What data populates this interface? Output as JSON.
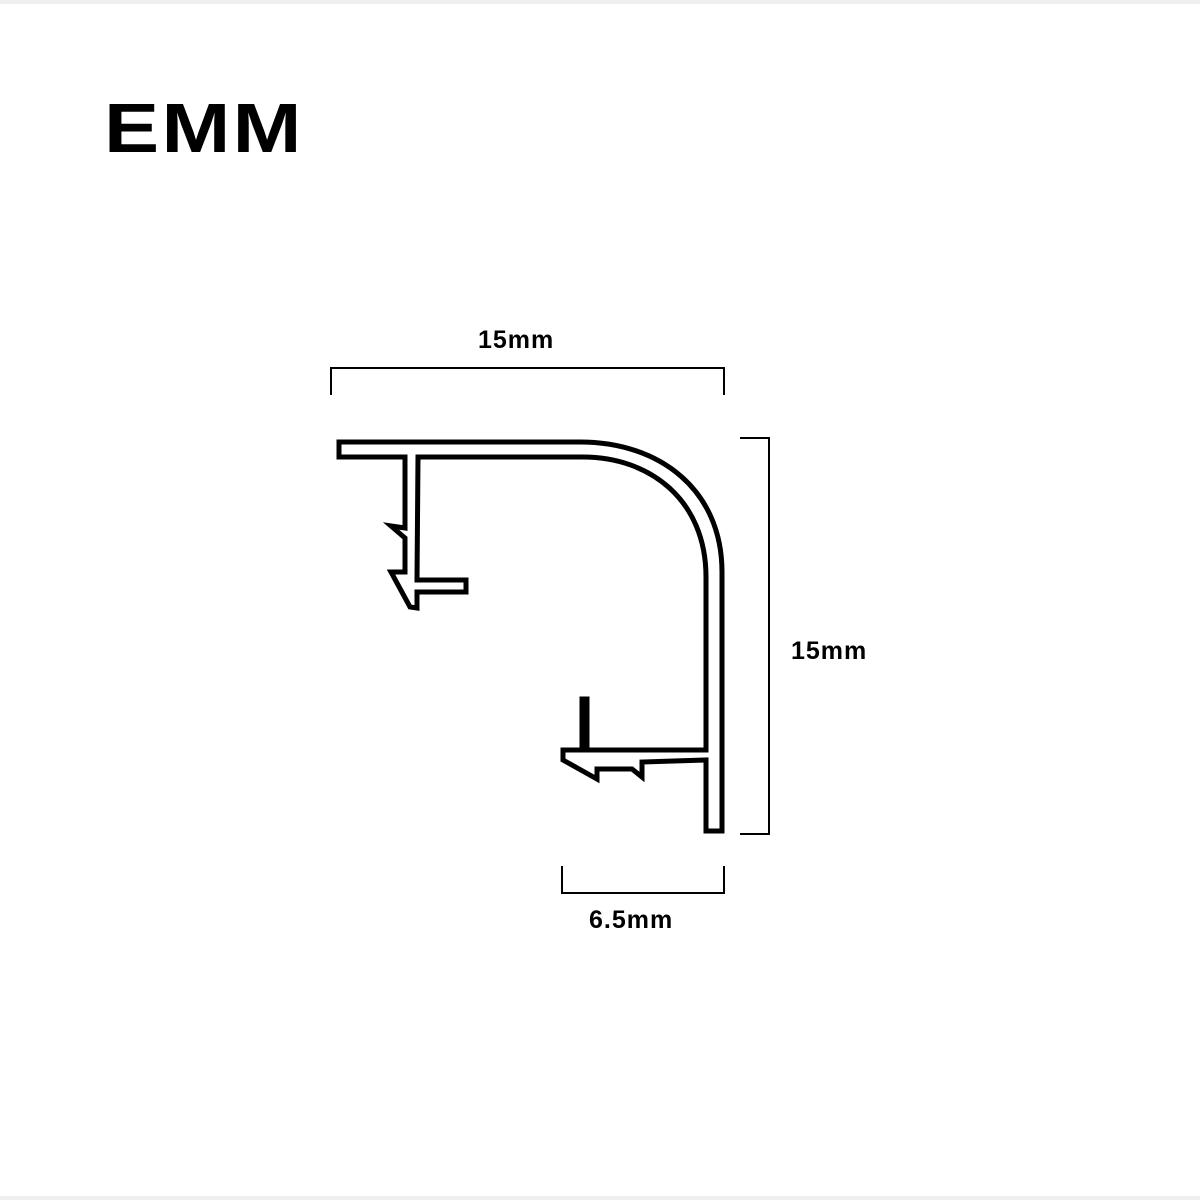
{
  "title": "EMM",
  "dimensions": {
    "width": "15mm",
    "height": "15mm",
    "depth": "6.5mm"
  },
  "colors": {
    "line": "#000000",
    "band": "#efefef"
  }
}
